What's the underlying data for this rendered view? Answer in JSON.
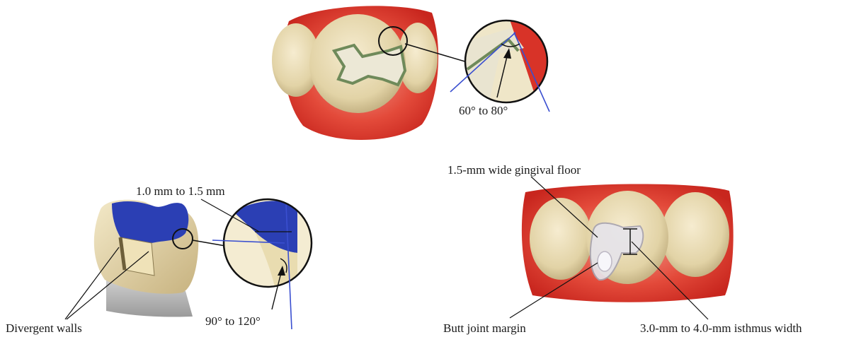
{
  "labels": {
    "angle_top": "60° to 80°",
    "depth_range": "1.0 mm to 1.5 mm",
    "angle_left": "90° to 120°",
    "divergent_walls": "Divergent walls",
    "gingival_floor": "1.5-mm wide gingival floor",
    "butt_joint": "Butt joint margin",
    "isthmus_width": "3.0-mm to 4.0-mm isthmus width"
  },
  "colors": {
    "gum": "#d8342a",
    "gum_light": "#ee8a7c",
    "tooth": "#eadfb8",
    "tooth_shade": "#c9b88a",
    "prep_blue": "#2b3fb4",
    "guide_blue": "#3a4fd0",
    "prep_outline": "#6f8a5a",
    "leader": "#222222"
  }
}
